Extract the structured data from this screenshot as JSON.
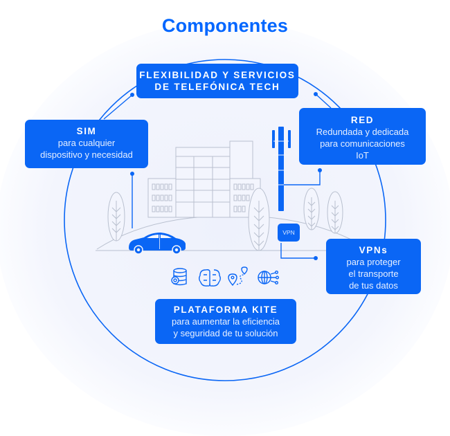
{
  "title": "Componentes",
  "colors": {
    "accent": "#0a66f5",
    "title": "#0066ff",
    "line_art": "#b9c0cf",
    "background_halo": "#eef1fc"
  },
  "cards": {
    "flexibilidad": {
      "heading_line1": "FLEXIBILIDAD Y SERVICIOS",
      "heading_line2": "DE TELEFÓNICA TECH"
    },
    "sim": {
      "heading": "SIM",
      "line1": "para cualquier",
      "line2": "dispositivo y necesidad"
    },
    "red": {
      "heading": "RED",
      "line1": "Redundada y dedicada",
      "line2": "para comunicaciones",
      "line3": "IoT"
    },
    "vpns": {
      "heading": "VPNs",
      "line1": "para proteger",
      "line2": "el transporte",
      "line3": "de tus datos"
    },
    "kite": {
      "heading": "PLATAFORMA KITE",
      "line1": "para aumentar la eficiencia",
      "line2": "y seguridad de tu solución"
    }
  },
  "illustration": {
    "vpn_chip_label": "VPN",
    "icons": [
      "database-gear-icon",
      "circuit-brain-icon",
      "route-pin-icon",
      "globe-network-icon"
    ]
  }
}
